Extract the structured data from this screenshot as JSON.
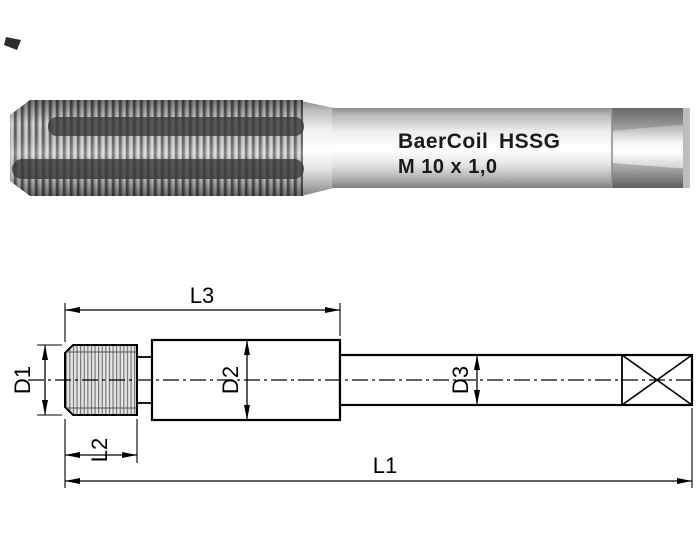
{
  "page": {
    "background": "#ffffff",
    "line_color": "#000000"
  },
  "product": {
    "brand": "BaerCoil",
    "grade": "HSSG",
    "size": "M 10 x 1,0"
  },
  "drawing": {
    "labels": {
      "d1": "D1",
      "d2": "D2",
      "d3": "D3",
      "l1": "L1",
      "l2": "L2",
      "l3": "L3"
    }
  }
}
